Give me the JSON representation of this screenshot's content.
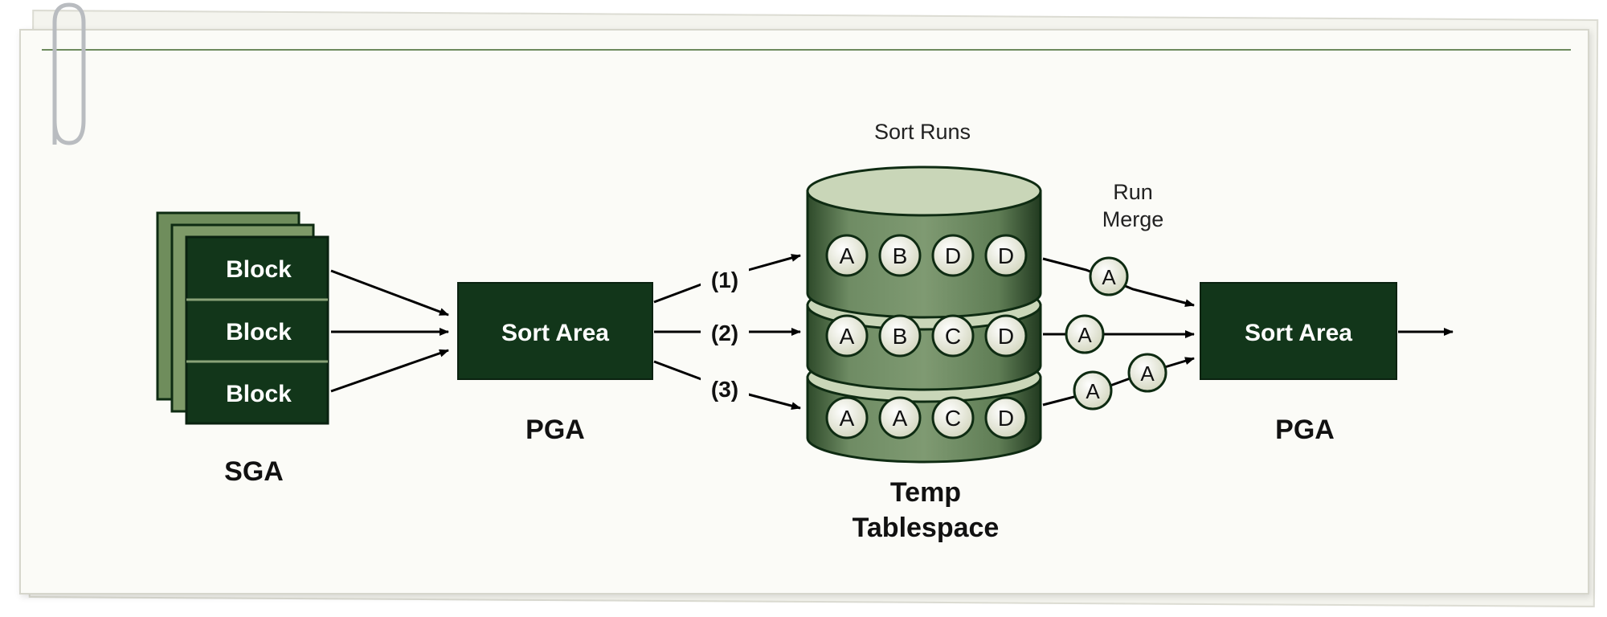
{
  "sga": {
    "blocks": [
      "Block",
      "Block",
      "Block"
    ],
    "label": "SGA"
  },
  "pga_left": {
    "box_label": "Sort Area",
    "label": "PGA"
  },
  "flows": [
    "(1)",
    "(2)",
    "(3)"
  ],
  "temp": {
    "caption": "Sort Runs",
    "title_line1": "Temp",
    "title_line2": "Tablespace",
    "runs": [
      [
        "A",
        "B",
        "D",
        "D"
      ],
      [
        "A",
        "B",
        "C",
        "D"
      ],
      [
        "A",
        "A",
        "C",
        "D"
      ]
    ]
  },
  "merge": {
    "label_line1": "Run",
    "label_line2": "Merge",
    "items": [
      "A",
      "A",
      "A",
      "A"
    ]
  },
  "pga_right": {
    "box_label": "Sort Area",
    "label": "PGA"
  },
  "colors": {
    "dark_green": "#12361a",
    "mid_green": "#5a7a52",
    "light_green": "#c9d6b8",
    "circle_fill": "#e7e8d6",
    "white": "#ffffff"
  }
}
